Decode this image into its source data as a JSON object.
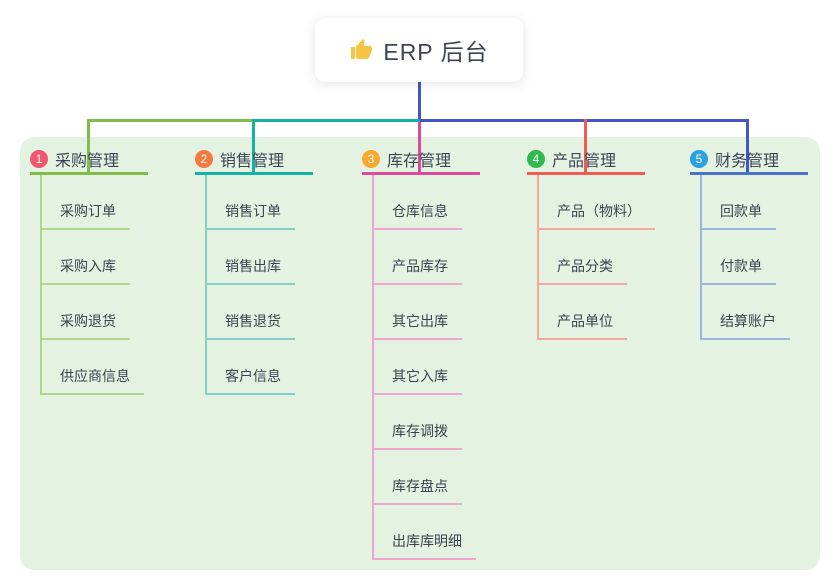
{
  "root": {
    "title": "ERP 后台",
    "icon": "thumbs-up-icon",
    "icon_color": "#F6C344"
  },
  "colors": {
    "canvas_bg": "#E4F3E1",
    "trunk_connector": "#4356C6"
  },
  "branches": [
    {
      "index": "1",
      "title": "采购管理",
      "badge_color": "#F1566B",
      "line_color": "#7FBE4A",
      "child_line_color": "#AFD78C",
      "children": [
        "采购订单",
        "采购入库",
        "采购退货",
        "供应商信息"
      ]
    },
    {
      "index": "2",
      "title": "销售管理",
      "badge_color": "#F6793F",
      "line_color": "#16B0A6",
      "child_line_color": "#82CFC8",
      "children": [
        "销售订单",
        "销售出库",
        "销售退货",
        "客户信息"
      ]
    },
    {
      "index": "3",
      "title": "库存管理",
      "badge_color": "#F7A92D",
      "line_color": "#DB4B9A",
      "child_line_color": "#EFA6CB",
      "children": [
        "仓库信息",
        "产品库存",
        "其它出库",
        "其它入库",
        "库存调拨",
        "库存盘点",
        "出库库明细"
      ]
    },
    {
      "index": "4",
      "title": "产品管理",
      "badge_color": "#32B851",
      "line_color": "#F05B52",
      "child_line_color": "#F5A7A2",
      "children": [
        "产品（物料）",
        "产品分类",
        "产品单位"
      ]
    },
    {
      "index": "5",
      "title": "财务管理",
      "badge_color": "#2BA2DB",
      "line_color": "#4B71C8",
      "child_line_color": "#9DB4E3",
      "children": [
        "回款单",
        "付款单",
        "结算账户"
      ]
    }
  ]
}
